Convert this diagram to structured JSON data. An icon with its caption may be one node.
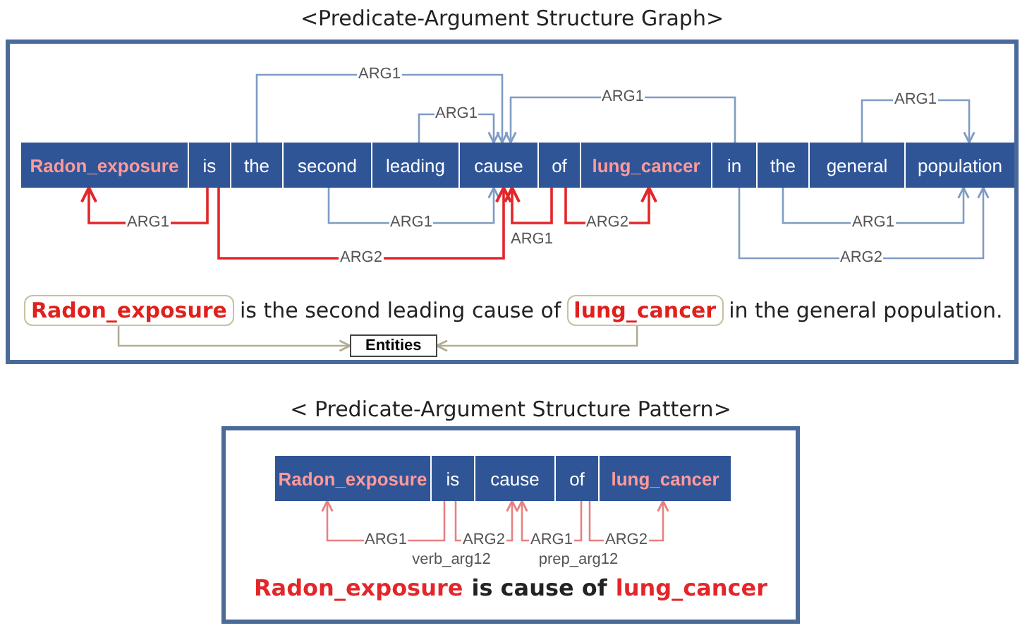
{
  "diagram": {
    "nodes": [
      {
        "text": [
          "<Predicate-Argument Structure Graph>"
        ]
      },
      {
        "text": [
          "Radon_exposure"
        ],
        "in": 0
      },
      {
        "text": [
          "is"
        ],
        "in": 0
      },
      {
        "text": [
          "the"
        ],
        "in": 0
      },
      {
        "text": [
          "second"
        ],
        "in": 0
      },
      {
        "text": [
          "leading"
        ],
        "in": 0
      },
      {
        "text": [
          "cause"
        ],
        "in": 0
      },
      {
        "text": [
          "of"
        ],
        "in": 0
      },
      {
        "text": [
          "lung_cancer"
        ],
        "in": 0
      },
      {
        "text": [
          "in"
        ],
        "in": 0
      },
      {
        "text": [
          "the"
        ],
        "in": 0
      },
      {
        "text": [
          "general"
        ],
        "in": 0
      },
      {
        "text": [
          "population"
        ],
        "in": 0
      },
      {
        "text": [
          "Radon_exposure"
        ],
        "in": 0
      },
      {
        "text": [
          "lung_cancer"
        ],
        "in": 0
      },
      {
        "text": [
          "Entities"
        ],
        "in": 0
      },
      {
        "text": [
          "< Predicate-Argument Structure Pattern>"
        ]
      },
      {
        "text": [
          "Radon_exposure"
        ],
        "in": 16
      },
      {
        "text": [
          "is"
        ],
        "in": 16
      },
      {
        "text": [
          "cause"
        ],
        "in": 16
      },
      {
        "text": [
          "of"
        ],
        "in": 16
      },
      {
        "text": [
          "lung_cancer"
        ],
        "in": 16
      }
    ],
    "edges": [
      {
        "from": 3,
        "to": 6,
        "arrow": "to",
        "label": "ARG1"
      },
      {
        "from": 5,
        "to": 6,
        "arrow": "to",
        "label": "ARG1"
      },
      {
        "from": 9,
        "to": 6,
        "arrow": "to",
        "label": "ARG1"
      },
      {
        "from": 11,
        "to": 12,
        "arrow": "to",
        "label": "ARG1"
      },
      {
        "from": 2,
        "to": 1,
        "arrow": "to",
        "label": "ARG1",
        "color": "#e3262a"
      },
      {
        "from": 4,
        "to": 6,
        "arrow": "to",
        "label": "ARG1"
      },
      {
        "from": 7,
        "to": 6,
        "arrow": "to",
        "label": "ARG1",
        "color": "#e3262a"
      },
      {
        "from": 7,
        "to": 8,
        "arrow": "to",
        "label": "ARG2",
        "color": "#e3262a"
      },
      {
        "from": 2,
        "to": 6,
        "arrow": "to",
        "label": "ARG2",
        "color": "#e3262a"
      },
      {
        "from": 10,
        "to": 12,
        "arrow": "to",
        "label": "ARG1"
      },
      {
        "from": 9,
        "to": 12,
        "arrow": "to",
        "label": "ARG2"
      },
      {
        "from": 13,
        "to": 15,
        "arrow": "to",
        "color": "#b2ad94"
      },
      {
        "from": 14,
        "to": 15,
        "arrow": "to",
        "color": "#b2ad94"
      },
      {
        "from": 18,
        "to": 17,
        "arrow": "to",
        "label": "ARG1",
        "color": "#e88080"
      },
      {
        "from": 18,
        "to": 19,
        "arrow": "to",
        "label": "ARG2",
        "color": "#e88080"
      },
      {
        "from": 20,
        "to": 19,
        "arrow": "to",
        "label": "ARG1",
        "color": "#e88080"
      },
      {
        "from": 20,
        "to": 21,
        "arrow": "to",
        "label": "ARG2",
        "color": "#e88080"
      }
    ],
    "labels": [
      "is the second leading cause of",
      "in the general population.",
      "verb_arg12",
      "prep_arg12",
      "Radon_exposure",
      "is cause of",
      "lung_cancer"
    ]
  }
}
